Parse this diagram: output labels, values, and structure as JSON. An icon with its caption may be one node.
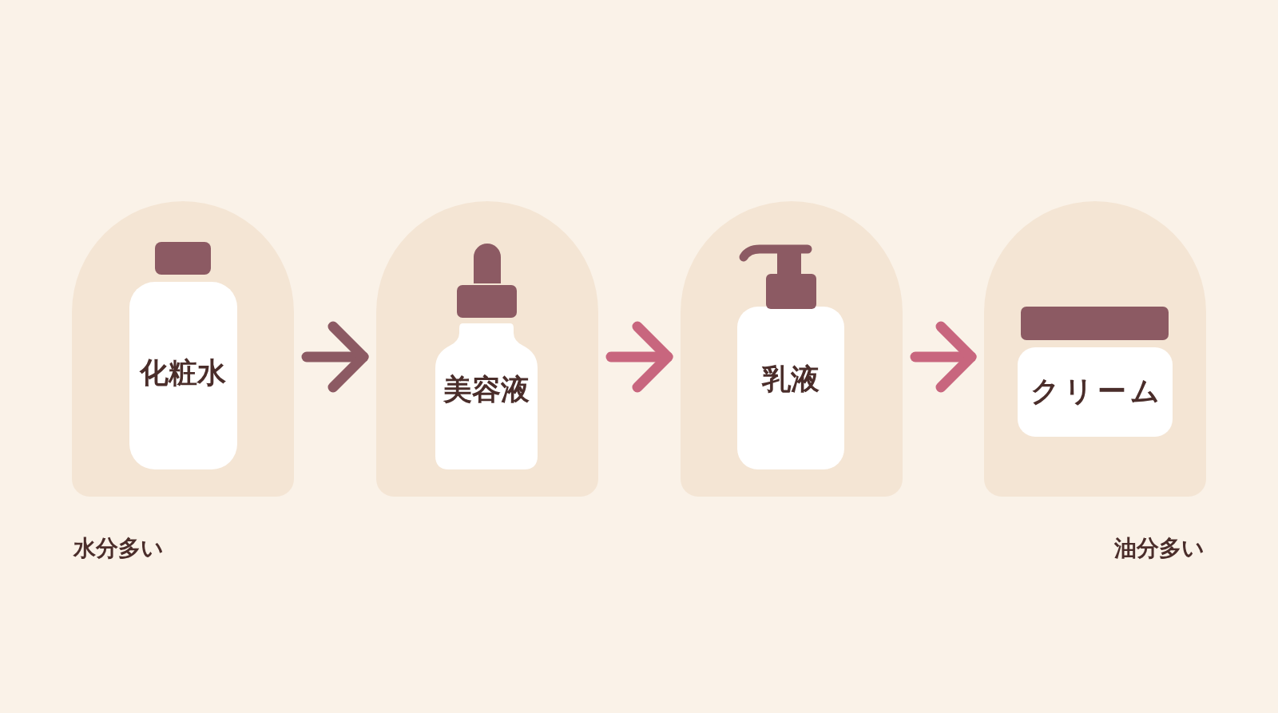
{
  "diagram": {
    "nodes": [
      {
        "text": [],
        "shape": "arch"
      },
      {
        "text": [
          "化粧水"
        ],
        "in": 0
      },
      {
        "text": [],
        "shape": "arch"
      },
      {
        "text": [
          "美容液"
        ],
        "in": 2
      },
      {
        "text": [],
        "shape": "arch"
      },
      {
        "text": [
          "乳液"
        ],
        "in": 4
      },
      {
        "text": [],
        "shape": "arch"
      },
      {
        "text": [
          "クリーム"
        ],
        "in": 6
      }
    ],
    "edges": [
      {
        "from": 0,
        "to": 2,
        "arrow": "to",
        "color": "#8c5a63"
      },
      {
        "from": 2,
        "to": 4,
        "arrow": "to"
      },
      {
        "from": 4,
        "to": 6,
        "arrow": "to"
      }
    ],
    "labels": [
      "水分多い",
      "油分多い"
    ]
  }
}
